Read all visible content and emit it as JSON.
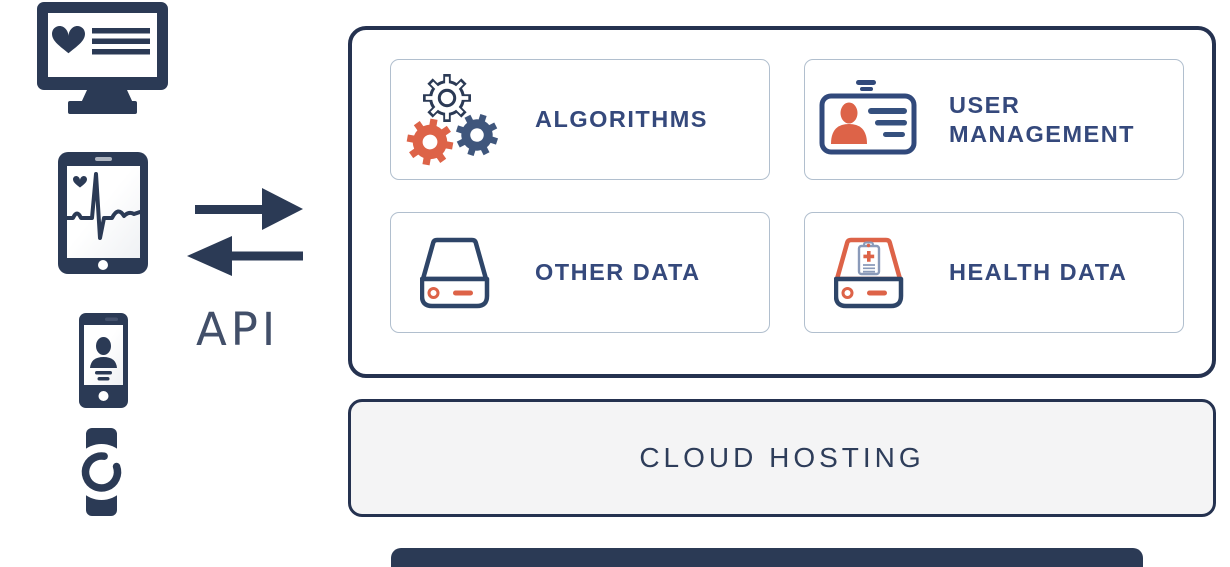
{
  "api": {
    "label": "API"
  },
  "devices": [
    {
      "icon": "desktop-monitor-icon"
    },
    {
      "icon": "tablet-ecg-icon"
    },
    {
      "icon": "smartphone-user-icon"
    },
    {
      "icon": "smartwatch-icon"
    }
  ],
  "arrows": [
    {
      "icon": "arrow-right-icon"
    },
    {
      "icon": "arrow-left-icon"
    }
  ],
  "platform": {
    "cards": [
      {
        "label": "ALGORITHMS",
        "icon": "gears-icon"
      },
      {
        "label": "USER MANAGEMENT",
        "icon": "id-badge-icon"
      },
      {
        "label": "OTHER DATA",
        "icon": "hard-drive-icon"
      },
      {
        "label": "HEALTH DATA",
        "icon": "health-data-drive-icon"
      }
    ]
  },
  "hosting": {
    "label": "CLOUD HOSTING"
  },
  "colors": {
    "navy": "#2b3a55",
    "box_border_navy": "#253250",
    "orange": "#dd6348",
    "steel_blue_gear": "#3f567c",
    "title_blue": "#35497c",
    "api_text": "#424f69",
    "card_border": "#b1bfce",
    "hosting_fill": "#f4f4f5",
    "hosting_text": "#2e3d5a"
  }
}
